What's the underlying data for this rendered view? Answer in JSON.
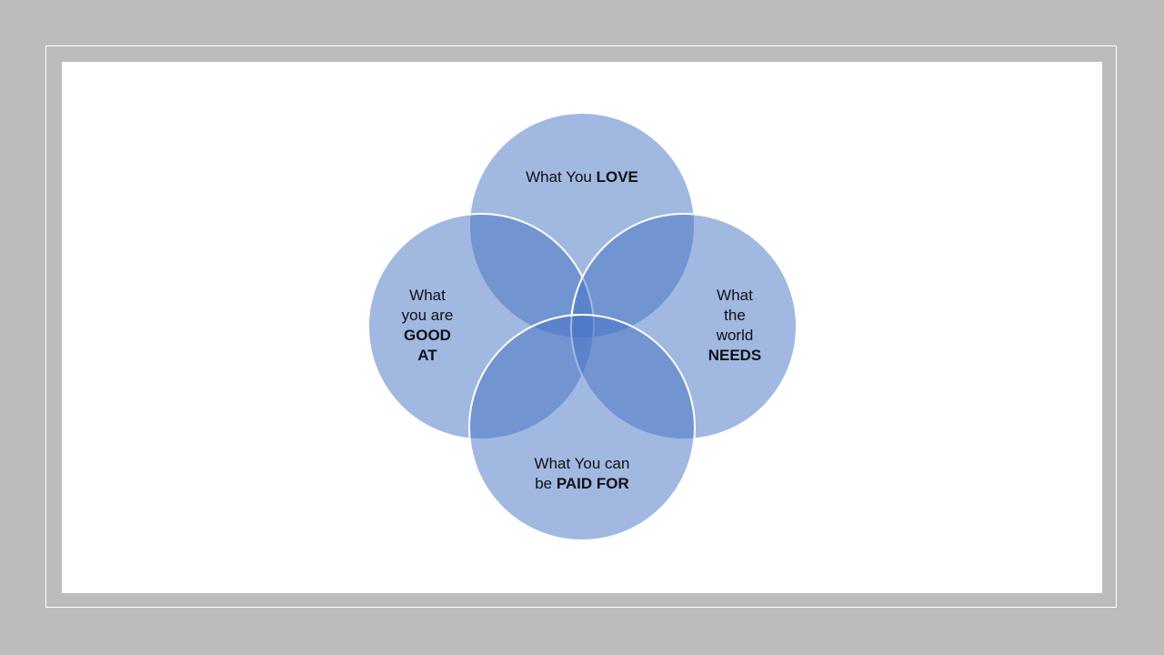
{
  "diagram": {
    "circle_fill": "#4472c4",
    "circle_stroke": "#ffffff",
    "circles": [
      {
        "id": "love",
        "lines": [
          {
            "plain": "What You ",
            "bold": "LOVE"
          }
        ]
      },
      {
        "id": "good-at",
        "lines": [
          {
            "plain": "What",
            "bold": ""
          },
          {
            "plain": "you are",
            "bold": ""
          },
          {
            "plain": "",
            "bold": "GOOD"
          },
          {
            "plain": "",
            "bold": "AT"
          }
        ]
      },
      {
        "id": "needs",
        "lines": [
          {
            "plain": "What",
            "bold": ""
          },
          {
            "plain": "the",
            "bold": ""
          },
          {
            "plain": "world",
            "bold": ""
          },
          {
            "plain": "",
            "bold": "NEEDS"
          }
        ]
      },
      {
        "id": "paid-for",
        "lines": [
          {
            "plain": "What You can",
            "bold": ""
          },
          {
            "plain": "be ",
            "bold": "PAID FOR"
          }
        ]
      }
    ]
  }
}
